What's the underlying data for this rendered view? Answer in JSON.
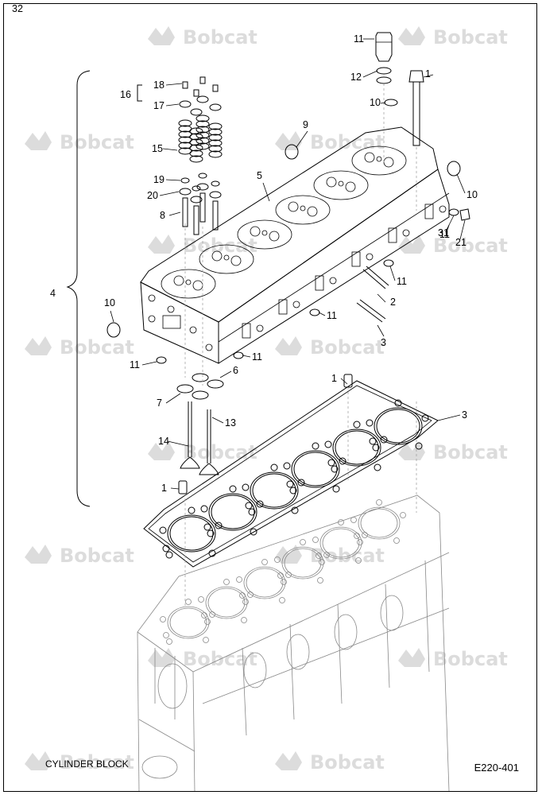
{
  "watermark": {
    "brand": "Bobcat",
    "color": "#dcdcdc"
  },
  "callouts": [
    "1",
    "1",
    "1",
    "2",
    "3",
    "3",
    "4",
    "5",
    "6",
    "7",
    "8",
    "9",
    "10",
    "10",
    "10",
    "11",
    "11",
    "11",
    "11",
    "11",
    "11",
    "12",
    "13",
    "14",
    "15",
    "16",
    "17",
    "18",
    "19",
    "20",
    "21",
    "31",
    "32"
  ],
  "caption_left": "CYLINDER BLOCK",
  "caption_right": "E220-401"
}
